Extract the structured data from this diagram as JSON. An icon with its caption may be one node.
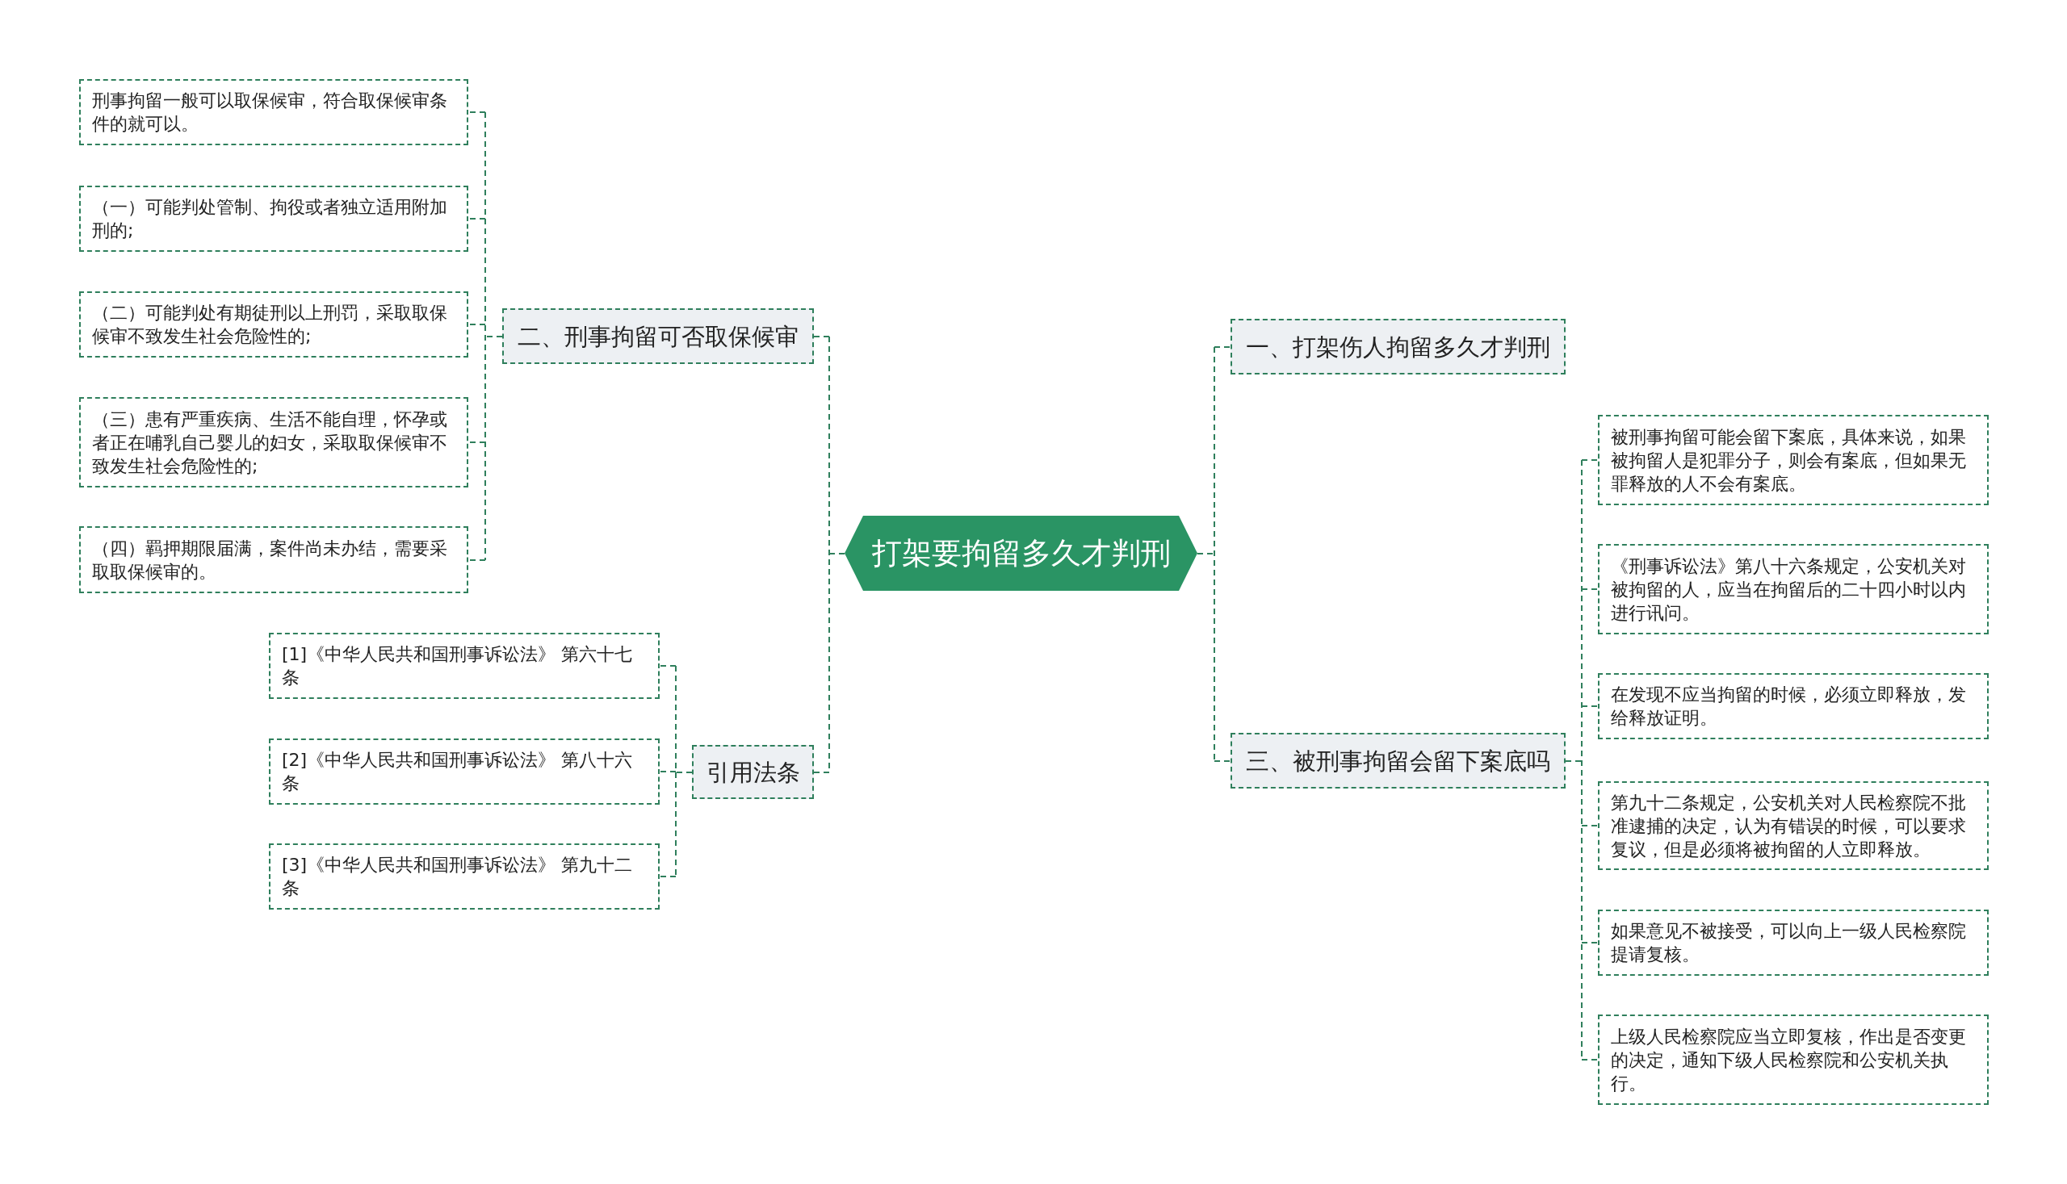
{
  "diagram": {
    "nodes": [
      {
        "text": [
          "打架要拘留多久才判刑"
        ]
      },
      {
        "text": [
          "二、刑事拘留可否取保候审"
        ]
      },
      {
        "text": [
          "刑事拘留一般可以取保候审，符合取保候审条件的就可以。"
        ]
      },
      {
        "text": [
          "（一）可能判处管制、拘役或者独立适用附加刑的;"
        ]
      },
      {
        "text": [
          "（二）可能判处有期徒刑以上刑罚，采取取保候审不致发生社会危险性的;"
        ]
      },
      {
        "text": [
          "（三）患有严重疾病、生活不能自理，怀孕或者正在哺乳自己婴儿的妇女，采取取保候审不致发生社会危险性的;"
        ]
      },
      {
        "text": [
          "（四）羁押期限届满，案件尚未办结，需要采取取保候审的。"
        ]
      },
      {
        "text": [
          "引用法条"
        ]
      },
      {
        "text": [
          "[1]《中华人民共和国刑事诉讼法》 第六十七条"
        ]
      },
      {
        "text": [
          "[2]《中华人民共和国刑事诉讼法》 第八十六条"
        ]
      },
      {
        "text": [
          "[3]《中华人民共和国刑事诉讼法》 第九十二条"
        ]
      },
      {
        "text": [
          "一、打架伤人拘留多久才判刑"
        ]
      },
      {
        "text": [
          "三、被刑事拘留会留下案底吗"
        ]
      },
      {
        "text": [
          "被刑事拘留可能会留下案底，具体来说，如果被拘留人是犯罪分子，则会有案底，但如果无罪释放的人不会有案底。"
        ]
      },
      {
        "text": [
          "《刑事诉讼法》第八十六条规定，公安机关对被拘留的人，应当在拘留后的二十四小时以内进行讯问。"
        ]
      },
      {
        "text": [
          "在发现不应当拘留的时候，必须立即释放，发给释放证明。"
        ]
      },
      {
        "text": [
          "第九十二条规定，公安机关对人民检察院不批准逮捕的决定，认为有错误的时候，可以要求复议，但是必须将被拘留的人立即释放。"
        ]
      },
      {
        "text": [
          "如果意见不被接受，可以向上一级人民检察院提请复核。"
        ]
      },
      {
        "text": [
          "上级人民检察院应当立即复核，作出是否变更的决定，通知下级人民检察院和公安机关执行。"
        ]
      }
    ],
    "edges": [
      {
        "from": 0,
        "to": 1,
        "arrow": "none"
      },
      {
        "from": 1,
        "to": 2,
        "arrow": "none"
      },
      {
        "from": 1,
        "to": 3,
        "arrow": "none"
      },
      {
        "from": 1,
        "to": 4,
        "arrow": "none"
      },
      {
        "from": 1,
        "to": 5,
        "arrow": "none"
      },
      {
        "from": 1,
        "to": 6,
        "arrow": "none"
      },
      {
        "from": 0,
        "to": 7,
        "arrow": "none"
      },
      {
        "from": 7,
        "to": 8,
        "arrow": "none"
      },
      {
        "from": 7,
        "to": 9,
        "arrow": "none"
      },
      {
        "from": 7,
        "to": 10,
        "arrow": "none"
      },
      {
        "from": 0,
        "to": 11,
        "arrow": "none"
      },
      {
        "from": 0,
        "to": 12,
        "arrow": "none"
      },
      {
        "from": 12,
        "to": 13,
        "arrow": "none"
      },
      {
        "from": 12,
        "to": 14,
        "arrow": "none"
      },
      {
        "from": 12,
        "to": 15,
        "arrow": "none"
      },
      {
        "from": 12,
        "to": 16,
        "arrow": "none"
      },
      {
        "from": 12,
        "to": 17,
        "arrow": "none"
      },
      {
        "from": 12,
        "to": 18,
        "arrow": "none"
      }
    ]
  }
}
